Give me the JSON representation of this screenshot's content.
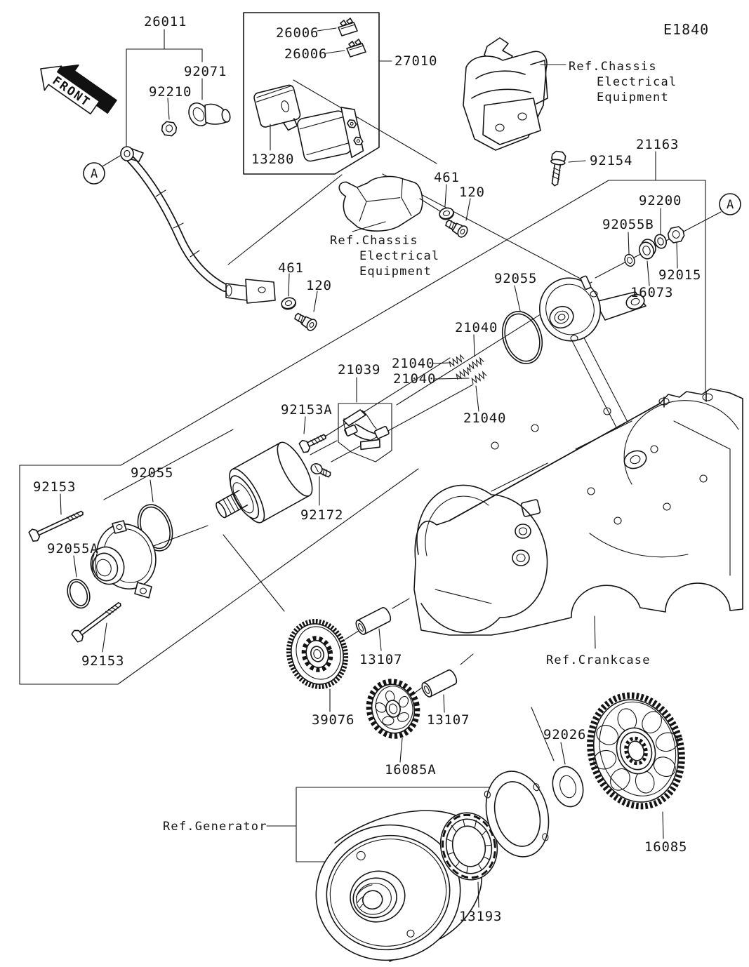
{
  "diagram_code": "E1840",
  "front_arrow": {
    "label": "FRONT"
  },
  "detail_markers": {
    "a": "A"
  },
  "refs": {
    "chassis_top": {
      "line1": "Ref.Chassis",
      "line2": "Electrical",
      "line3": "Equipment"
    },
    "chassis_mid": {
      "line1": "Ref.Chassis",
      "line2": "Electrical",
      "line3": "Equipment"
    },
    "crankcase": "Ref.Crankcase",
    "generator": "Ref.Generator"
  },
  "parts": {
    "p26011": "26011",
    "p92071": "92071",
    "p92210": "92210",
    "p26006_1": "26006",
    "p26006_2": "26006",
    "p27010": "27010",
    "p13280": "13280",
    "p92154": "92154",
    "p21163": "21163",
    "p92200": "92200",
    "p92055b": "92055B",
    "p92015": "92015",
    "p16073": "16073",
    "p461_1": "461",
    "p120_1": "120",
    "p461_2": "461",
    "p120_2": "120",
    "p92055_right": "92055",
    "p21040_1": "21040",
    "p21040_2": "21040",
    "p21040_3": "21040",
    "p21040_4": "21040",
    "p21039": "21039",
    "p92153a": "92153A",
    "p92172": "92172",
    "p92055_left": "92055",
    "p92153_top": "92153",
    "p92153_bottom": "92153",
    "p92055a": "92055A",
    "p13107_1": "13107",
    "p13107_2": "13107",
    "p39076": "39076",
    "p16085a": "16085A",
    "p92026": "92026",
    "p16085": "16085",
    "p13193": "13193"
  }
}
